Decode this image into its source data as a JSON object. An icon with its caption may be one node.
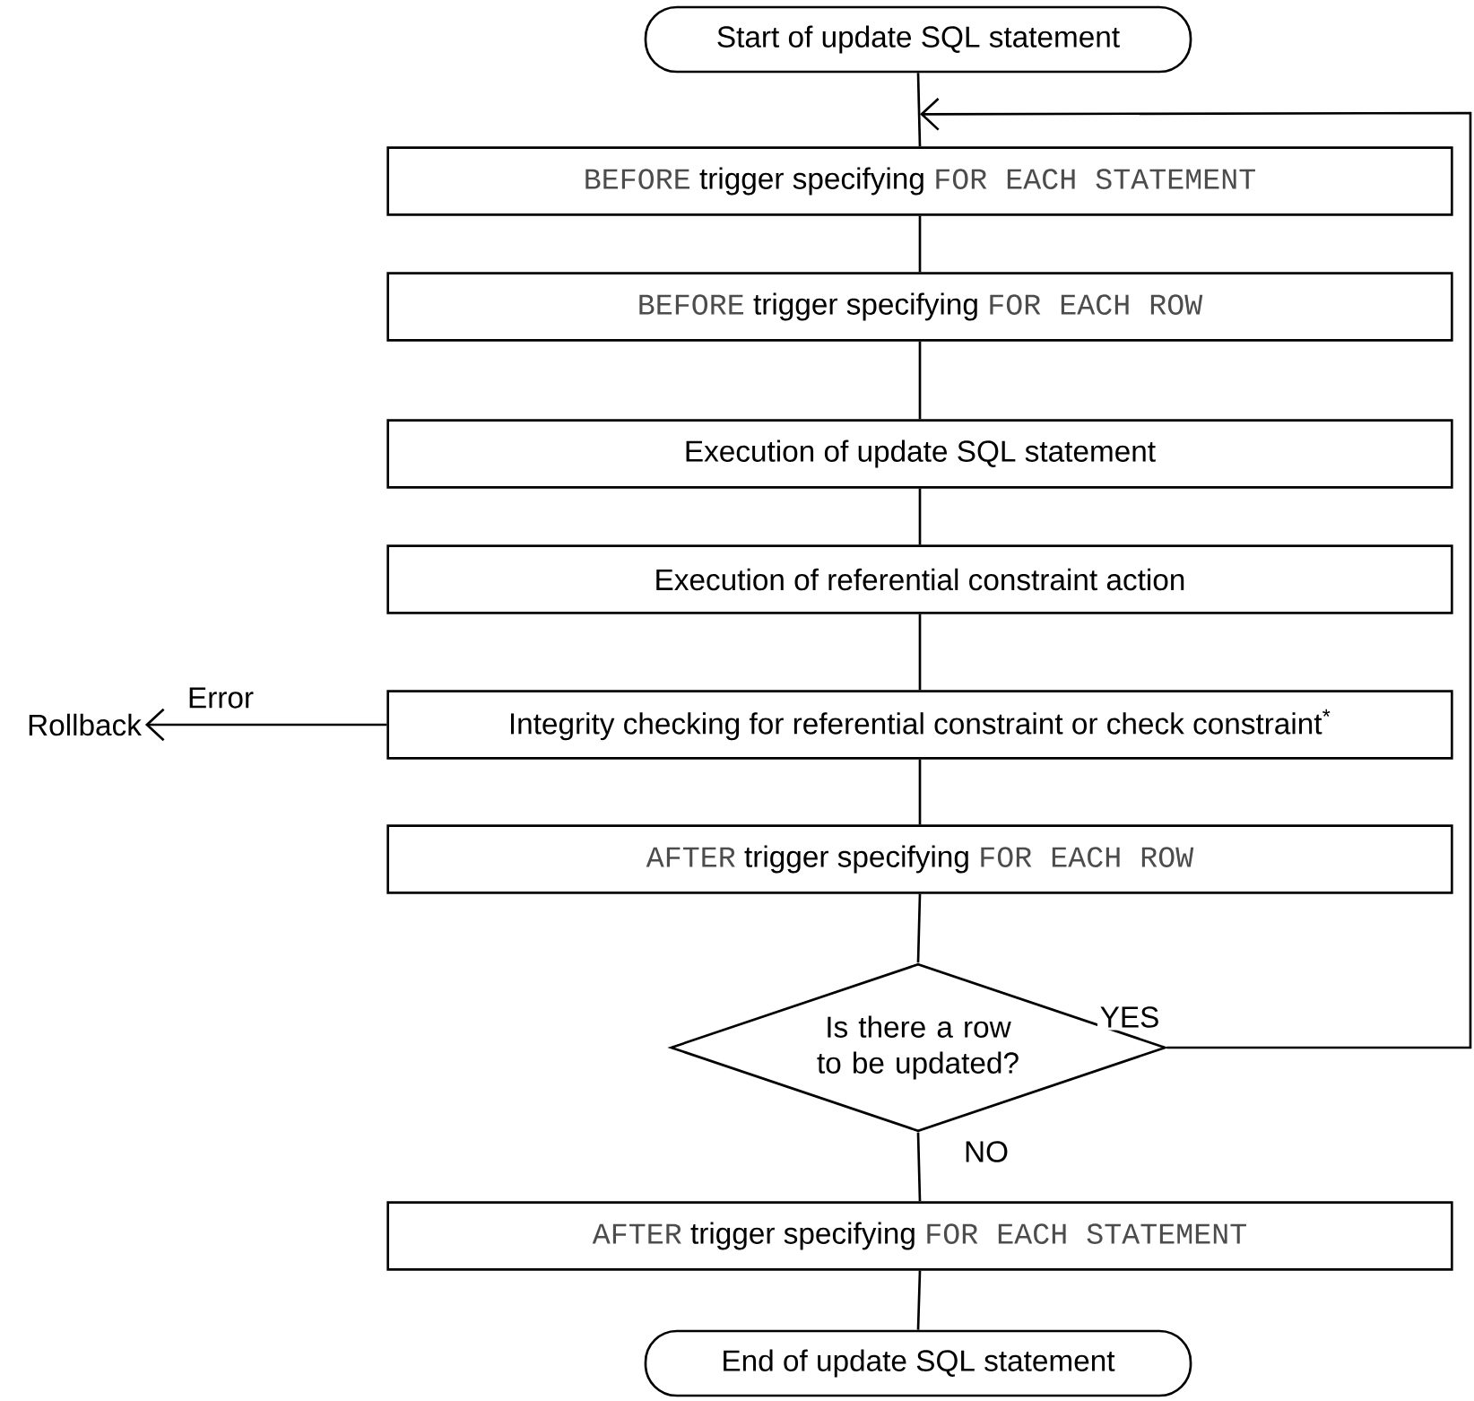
{
  "diagram": {
    "nodes": [
      {
        "text": [
          "Start of update SQL statement"
        ]
      },
      {
        "text": [
          "BEFORE",
          "trigger specifying",
          "FOR EACH STATEMENT"
        ]
      },
      {
        "text": [
          "BEFORE",
          "trigger specifying",
          "FOR EACH ROW"
        ]
      },
      {
        "text": [
          "Execution of update SQL statement"
        ]
      },
      {
        "text": [
          "Execution of referential constraint action"
        ]
      },
      {
        "text": [
          "Integrity checking for referential constraint or check constraint$^{*}$"
        ]
      },
      {
        "text": [
          "AFTER",
          "trigger specifying",
          "FOR EACH ROW"
        ]
      },
      {
        "text": [
          "Is there a row to be updated?"
        ]
      },
      {
        "text": [
          "AFTER",
          "trigger specifying",
          "FOR EACH STATEMENT"
        ]
      },
      {
        "text": [
          "End of update SQL statement"
        ]
      },
      {
        "text": [
          "Rollback"
        ]
      }
    ],
    "edges": [
      {
        "from": 0,
        "to": 1,
        "arrow": "none"
      },
      {
        "from": 1,
        "to": 2,
        "arrow": "none"
      },
      {
        "from": 2,
        "to": 3,
        "arrow": "none"
      },
      {
        "from": 3,
        "to": 4,
        "arrow": "none"
      },
      {
        "from": 4,
        "to": 5,
        "arrow": "none"
      },
      {
        "from": 5,
        "to": 6,
        "arrow": "none"
      },
      {
        "from": 6,
        "to": 7,
        "arrow": "none"
      },
      {
        "from": 7,
        "to": 8,
        "label": "NO",
        "arrow": "none"
      },
      {
        "from": 8,
        "to": 9,
        "arrow": "none"
      },
      {
        "from": 5,
        "to": 10,
        "label": "Error",
        "arrow": "to"
      },
      {
        "from": 7,
        "to": 1,
        "label": "YES",
        "arrow": "to"
      }
    ]
  }
}
